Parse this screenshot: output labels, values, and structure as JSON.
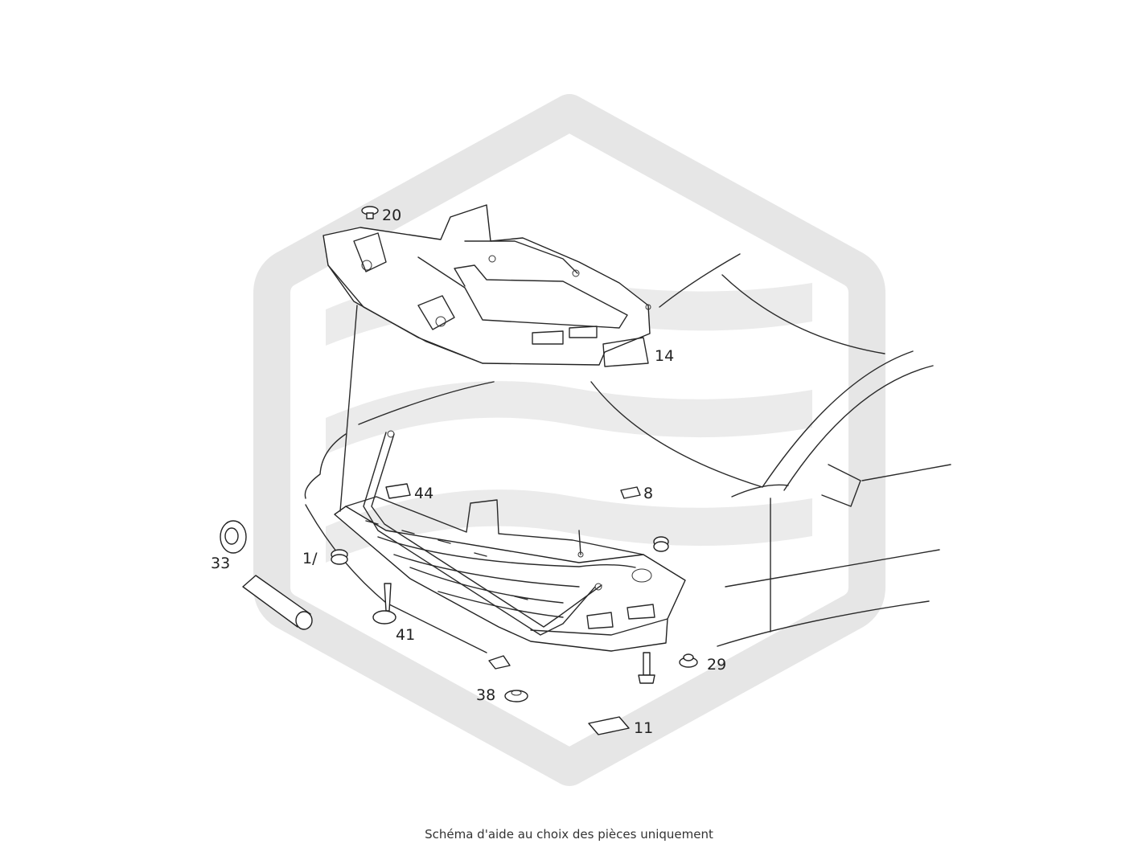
{
  "diagram": {
    "caption": "Schéma d'aide au choix des pièces uniquement",
    "watermark": {
      "icon": "hexagon-logo-icon",
      "color": "#e6e6e6"
    },
    "part_labels": [
      "20",
      "14",
      "44",
      "8",
      "33",
      "1/",
      "41",
      "38",
      "11",
      "29"
    ]
  }
}
